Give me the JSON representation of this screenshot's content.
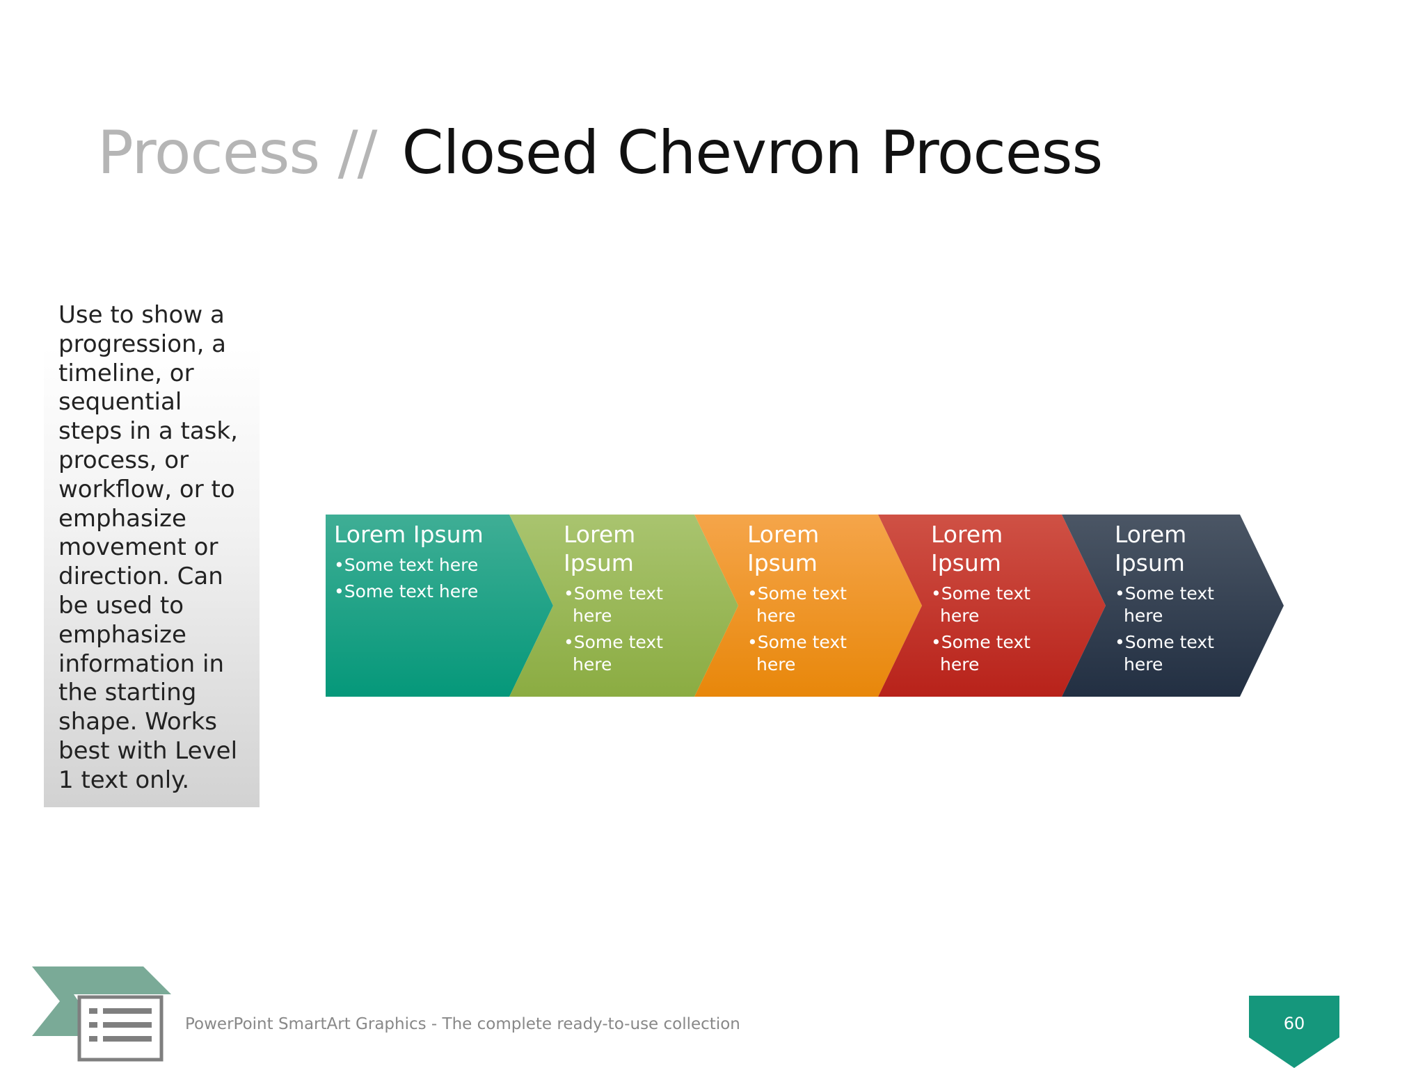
{
  "title": {
    "prefix": "Process //",
    "main": "Closed Chevron Process"
  },
  "description": "Use to show a progression, a timeline, or sequential steps in a task, process, or workflow, or to emphasize movement or direction. Can be used to emphasize information in the starting shape. Works best with Level 1 text only.",
  "steps": [
    {
      "heading": "Lorem Ipsum",
      "bullets": [
        "Some text here",
        "Some text here"
      ],
      "color_top": "#3fae95",
      "color_bottom": "#05987a"
    },
    {
      "heading": "Lorem Ipsum",
      "bullets": [
        "Some text here",
        "Some text here"
      ],
      "color_top": "#a9c46f",
      "color_bottom": "#8bac42"
    },
    {
      "heading": "Lorem Ipsum",
      "bullets": [
        "Some text here",
        "Some text here"
      ],
      "color_top": "#f5a54a",
      "color_bottom": "#e8870a"
    },
    {
      "heading": "Lorem Ipsum",
      "bullets": [
        "Some text here",
        "Some text here"
      ],
      "color_top": "#cf5145",
      "color_bottom": "#b8221a"
    },
    {
      "heading": "Lorem Ipsum",
      "bullets": [
        "Some text here",
        "Some text here"
      ],
      "color_top": "#4b5665",
      "color_bottom": "#222f42"
    }
  ],
  "footer": {
    "text": "PowerPoint SmartArt Graphics - The complete ready-to-use collection",
    "page_number": "60",
    "accent_color": "#15977c",
    "logo_color": "#7aaa97"
  }
}
